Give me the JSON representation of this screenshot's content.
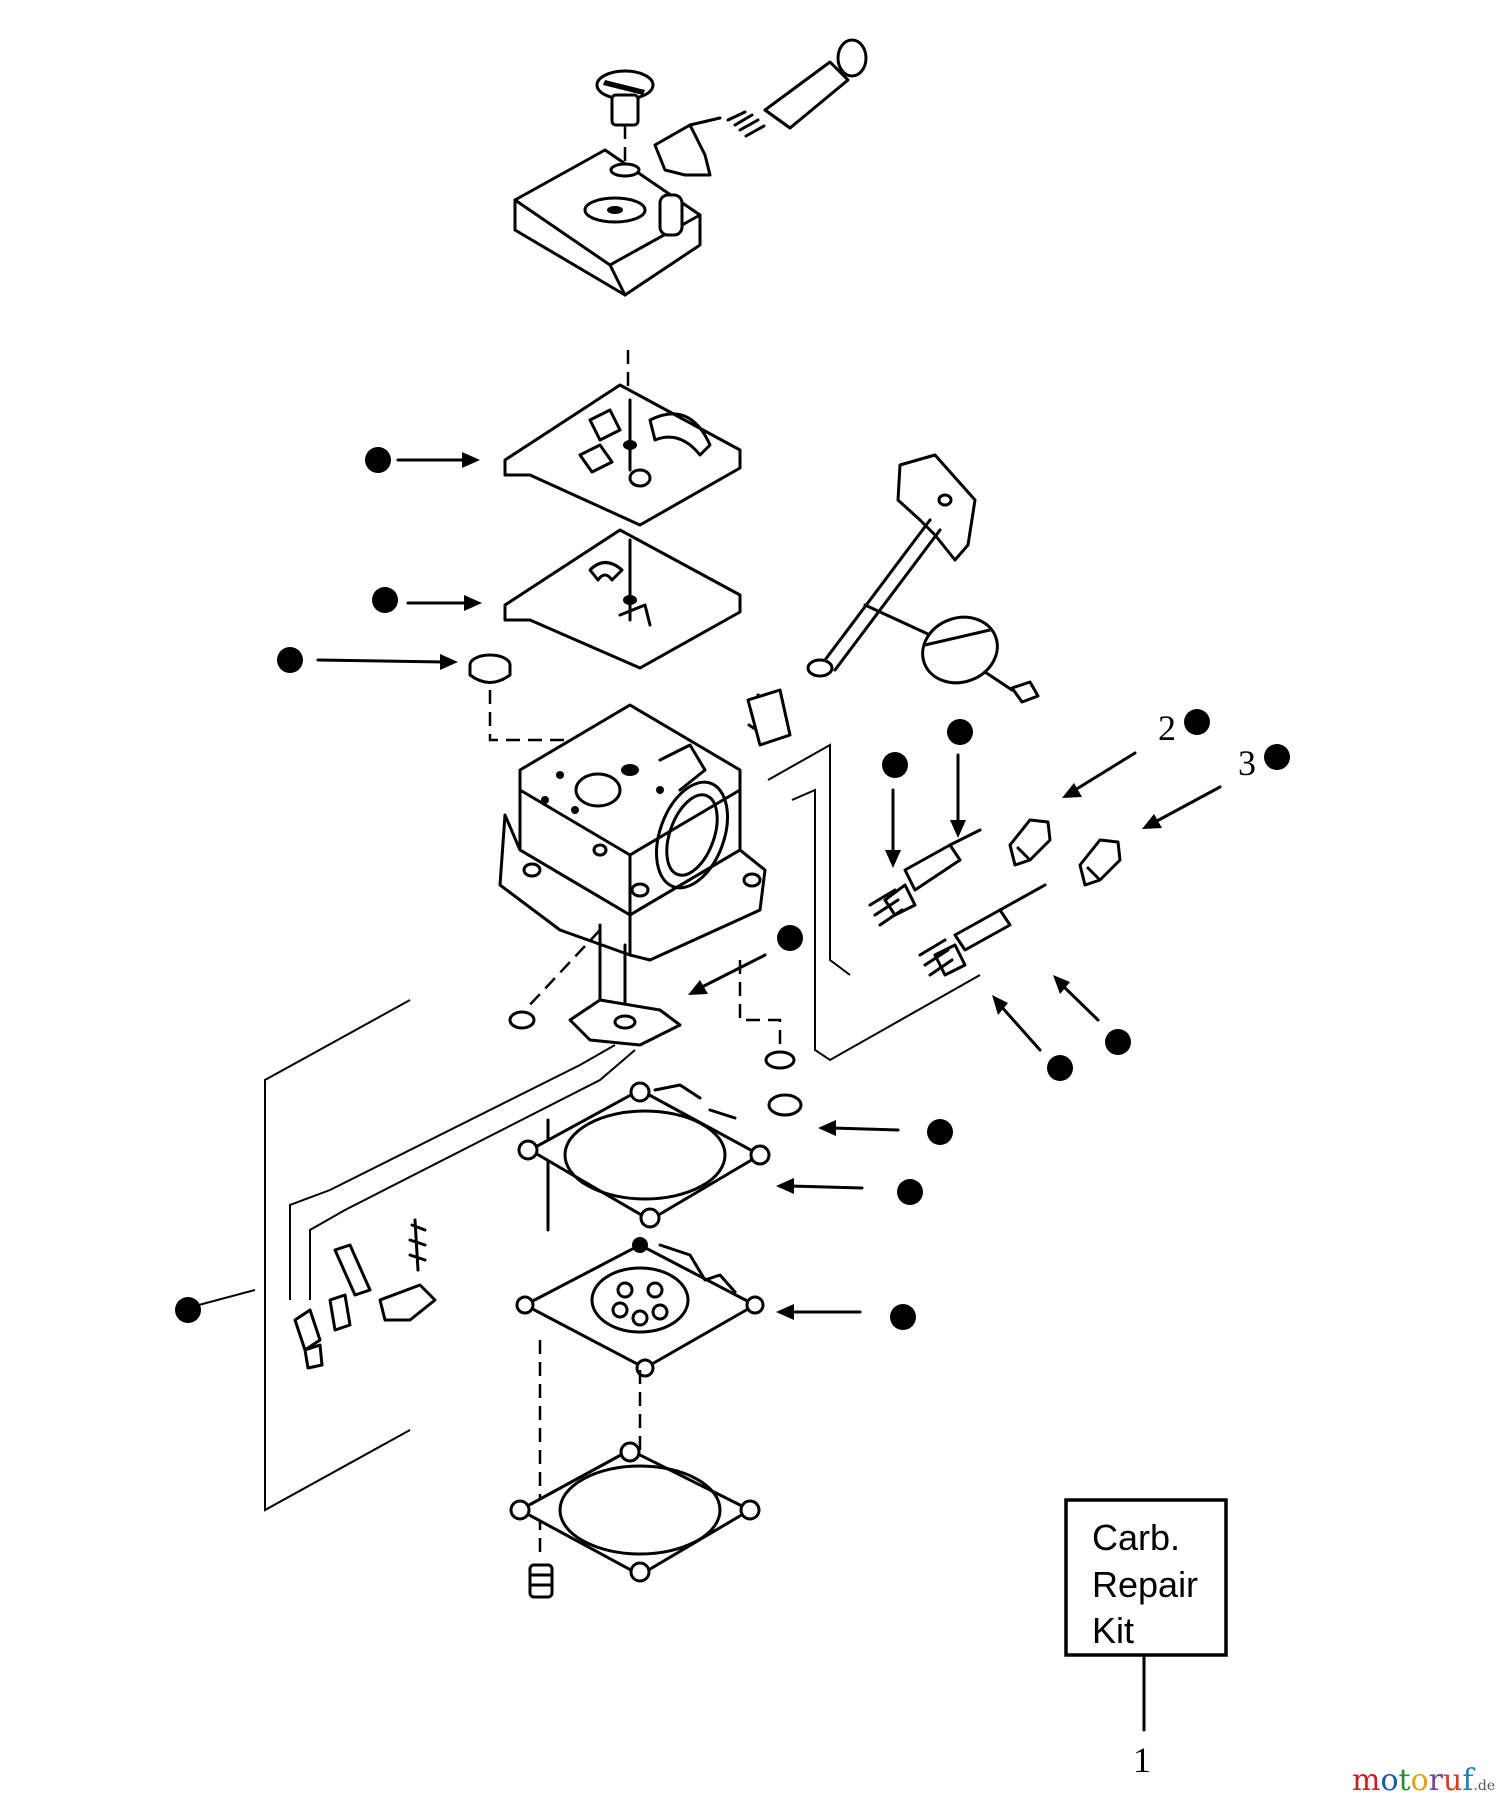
{
  "labels": {
    "ref_1": "1",
    "ref_2": "2",
    "ref_3": "3"
  },
  "repair_kit": {
    "line1": "Carb.",
    "line2": "Repair",
    "line3": "Kit"
  },
  "watermark": {
    "name": "motoruf",
    "suffix": ".de",
    "colors": {
      "m": "#c8202a",
      "o1": "#1f57a5",
      "t": "#2b8a3e",
      "o2": "#e0a21b",
      "r": "#7a3fa0",
      "u": "#d6402b",
      "f": "#1d7fb5"
    }
  }
}
